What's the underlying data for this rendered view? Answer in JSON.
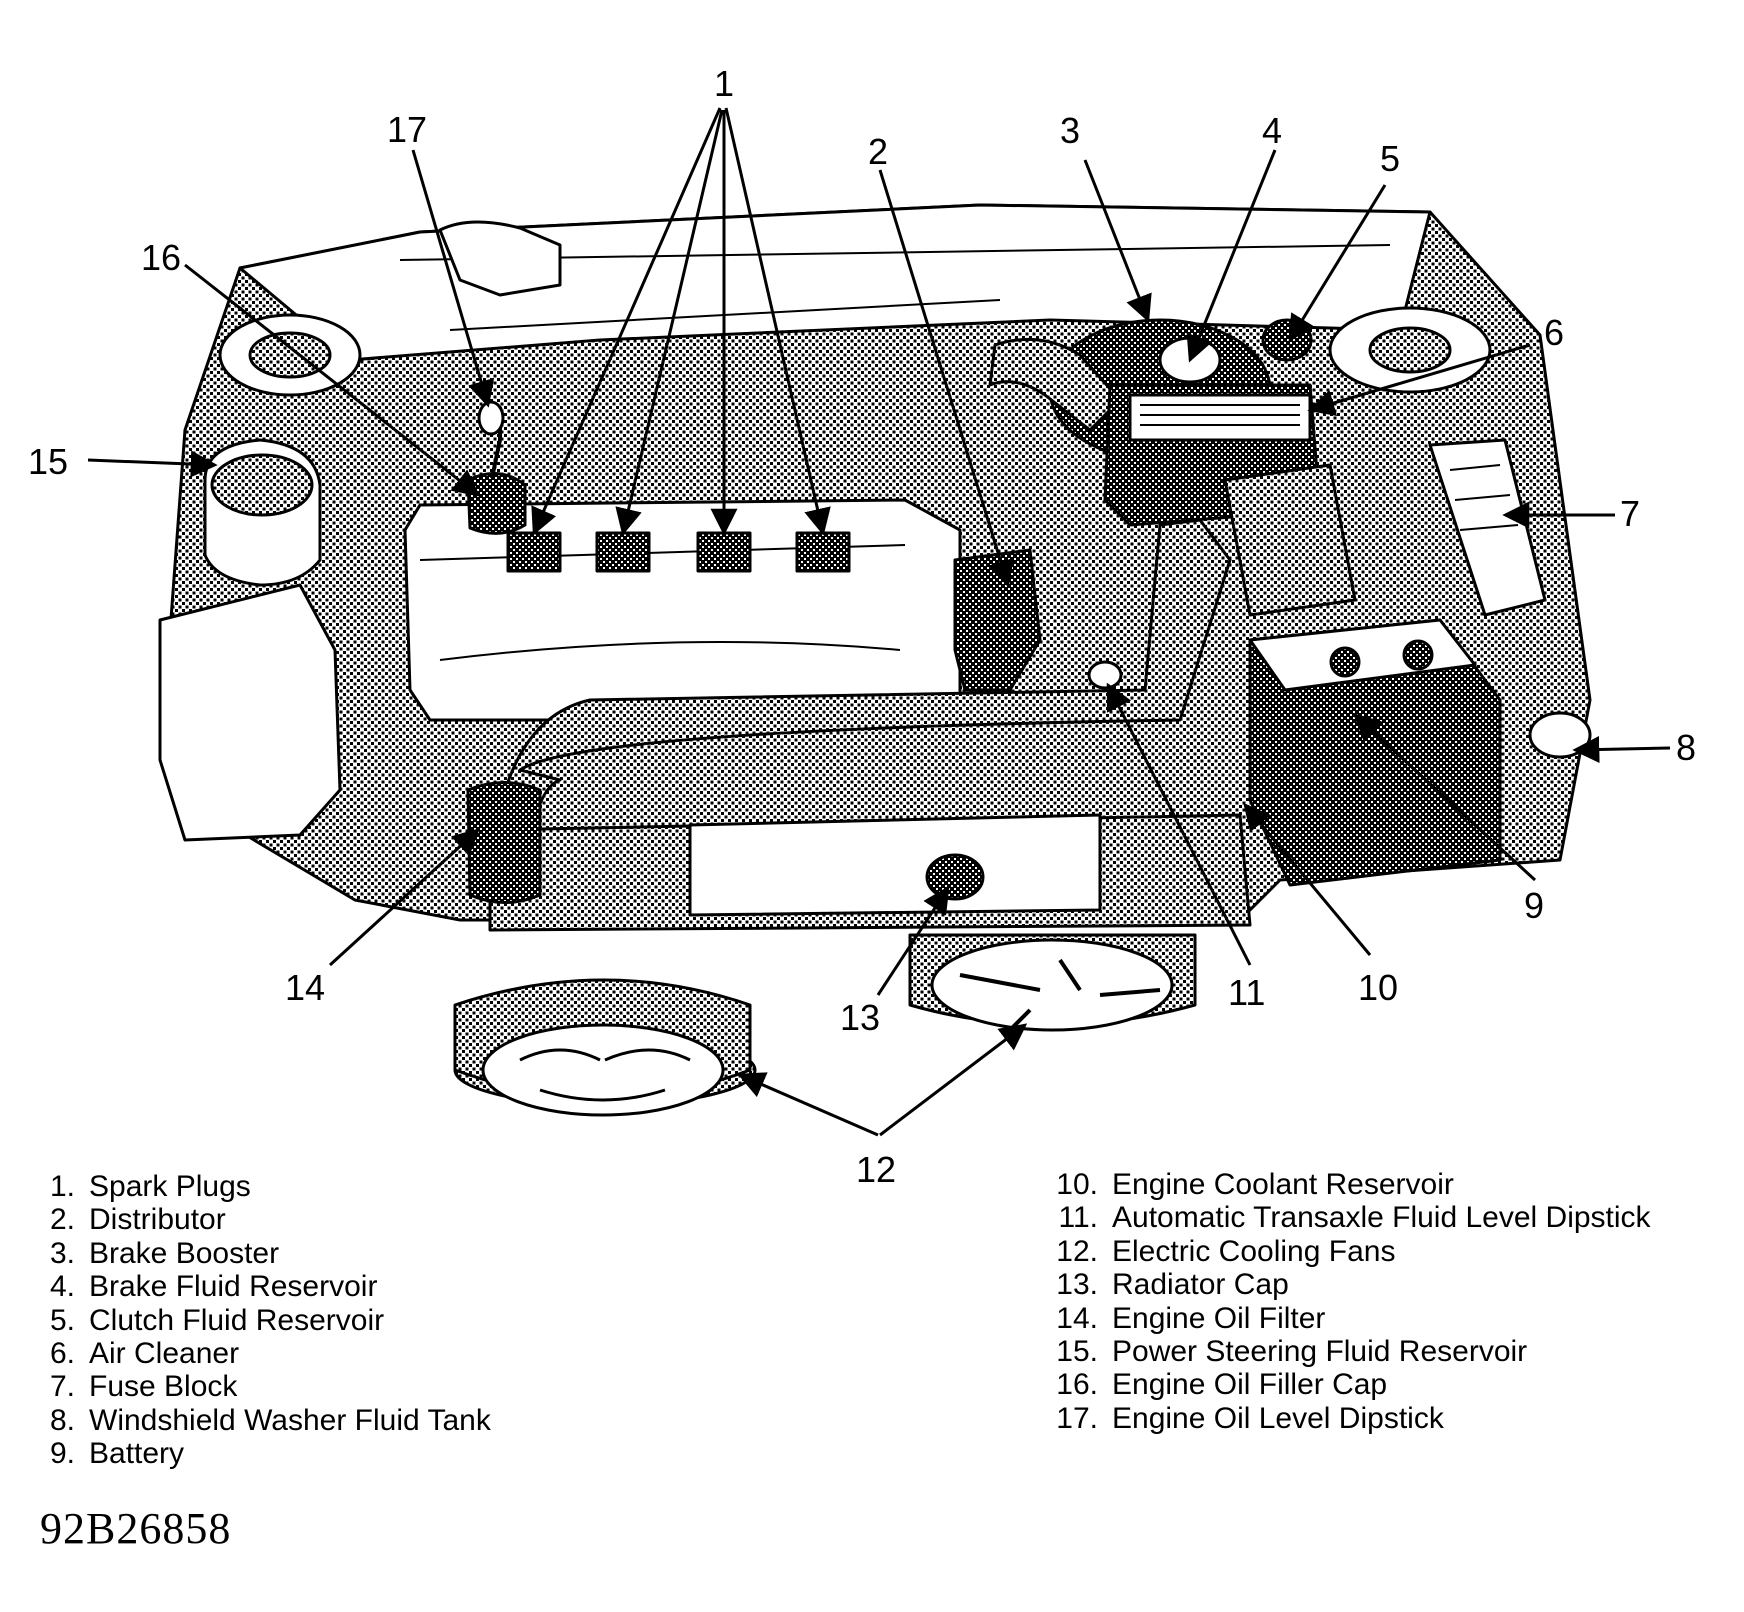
{
  "diagram": {
    "callouts": {
      "c1": "1",
      "c2": "2",
      "c3": "3",
      "c4": "4",
      "c5": "5",
      "c6": "6",
      "c7": "7",
      "c8": "8",
      "c9": "9",
      "c10": "10",
      "c11": "11",
      "c12": "12",
      "c13": "13",
      "c14": "14",
      "c15": "15",
      "c16": "16",
      "c17": "17"
    }
  },
  "legend": {
    "left": [
      {
        "num": "1.",
        "label": "Spark Plugs"
      },
      {
        "num": "2.",
        "label": "Distributor"
      },
      {
        "num": "3.",
        "label": "Brake Booster"
      },
      {
        "num": "4.",
        "label": "Brake Fluid Reservoir"
      },
      {
        "num": "5.",
        "label": "Clutch Fluid Reservoir"
      },
      {
        "num": "6.",
        "label": "Air Cleaner"
      },
      {
        "num": "7.",
        "label": "Fuse Block"
      },
      {
        "num": "8.",
        "label": "Windshield Washer Fluid Tank"
      },
      {
        "num": "9.",
        "label": "Battery"
      }
    ],
    "right": [
      {
        "num": "10.",
        "label": "Engine Coolant Reservoir"
      },
      {
        "num": "11.",
        "label": "Automatic Transaxle Fluid Level Dipstick"
      },
      {
        "num": "12.",
        "label": "Electric Cooling Fans"
      },
      {
        "num": "13.",
        "label": "Radiator Cap"
      },
      {
        "num": "14.",
        "label": "Engine Oil Filter"
      },
      {
        "num": "15.",
        "label": "Power Steering Fluid Reservoir"
      },
      {
        "num": "16.",
        "label": "Engine Oil Filler Cap"
      },
      {
        "num": "17.",
        "label": "Engine Oil Level Dipstick"
      }
    ]
  },
  "figure_id": "92B26858"
}
